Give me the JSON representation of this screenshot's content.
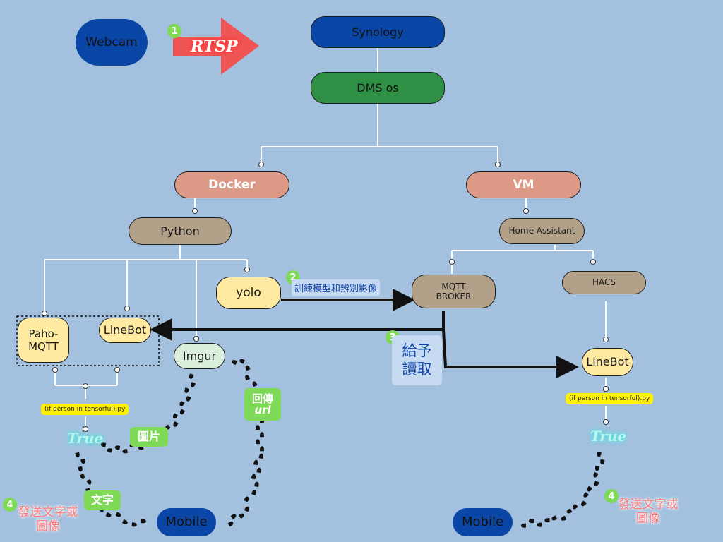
{
  "nodes": {
    "webcam": "Webcam",
    "synology": "Synology",
    "dms": "DMS os",
    "docker": "Docker",
    "vm": "VM",
    "python": "Python",
    "home_assistant": "Home Assistant",
    "yolo": "yolo",
    "mqtt_broker_line1": "MQTT",
    "mqtt_broker_line2": "BROKER",
    "hacs": "HACS",
    "paho_line1": "Paho-",
    "paho_line2": "MQTT",
    "linebot_left": "LineBot",
    "imgur": "Imgur",
    "linebot_right": "LineBot",
    "mobile_left": "Mobile",
    "mobile_right": "Mobile"
  },
  "labels": {
    "rtsp": "RTSP",
    "step1": "1",
    "step2": "2",
    "step2_text": "訓練模型和辨別影像",
    "step3": "3",
    "step3_text_line1": "給予",
    "step3_text_line2": "讀取",
    "step4": "4",
    "step4_text_line1": "發送文字或",
    "step4_text_line2": "圖像",
    "condition": "(if person in tensorful).py",
    "true_word": "True",
    "image_tag": "圖片",
    "text_tag": "文字",
    "return_tag_line1": "回傳",
    "return_tag_line2": "url"
  },
  "colors": {
    "background": "#a3c1df",
    "dark_blue": "#0a46a6",
    "green": "#2f8f45",
    "salmon": "#dc9a86",
    "tan": "#b3a088",
    "yellow": "#ffeaa2",
    "mint": "#dcefdd",
    "red_arrow": "#f05555",
    "badge_green": "#7ed957",
    "highlight_yellow": "#fff200",
    "pink_text": "#ff7a7a",
    "label_bg_light": "#c6daf2"
  }
}
